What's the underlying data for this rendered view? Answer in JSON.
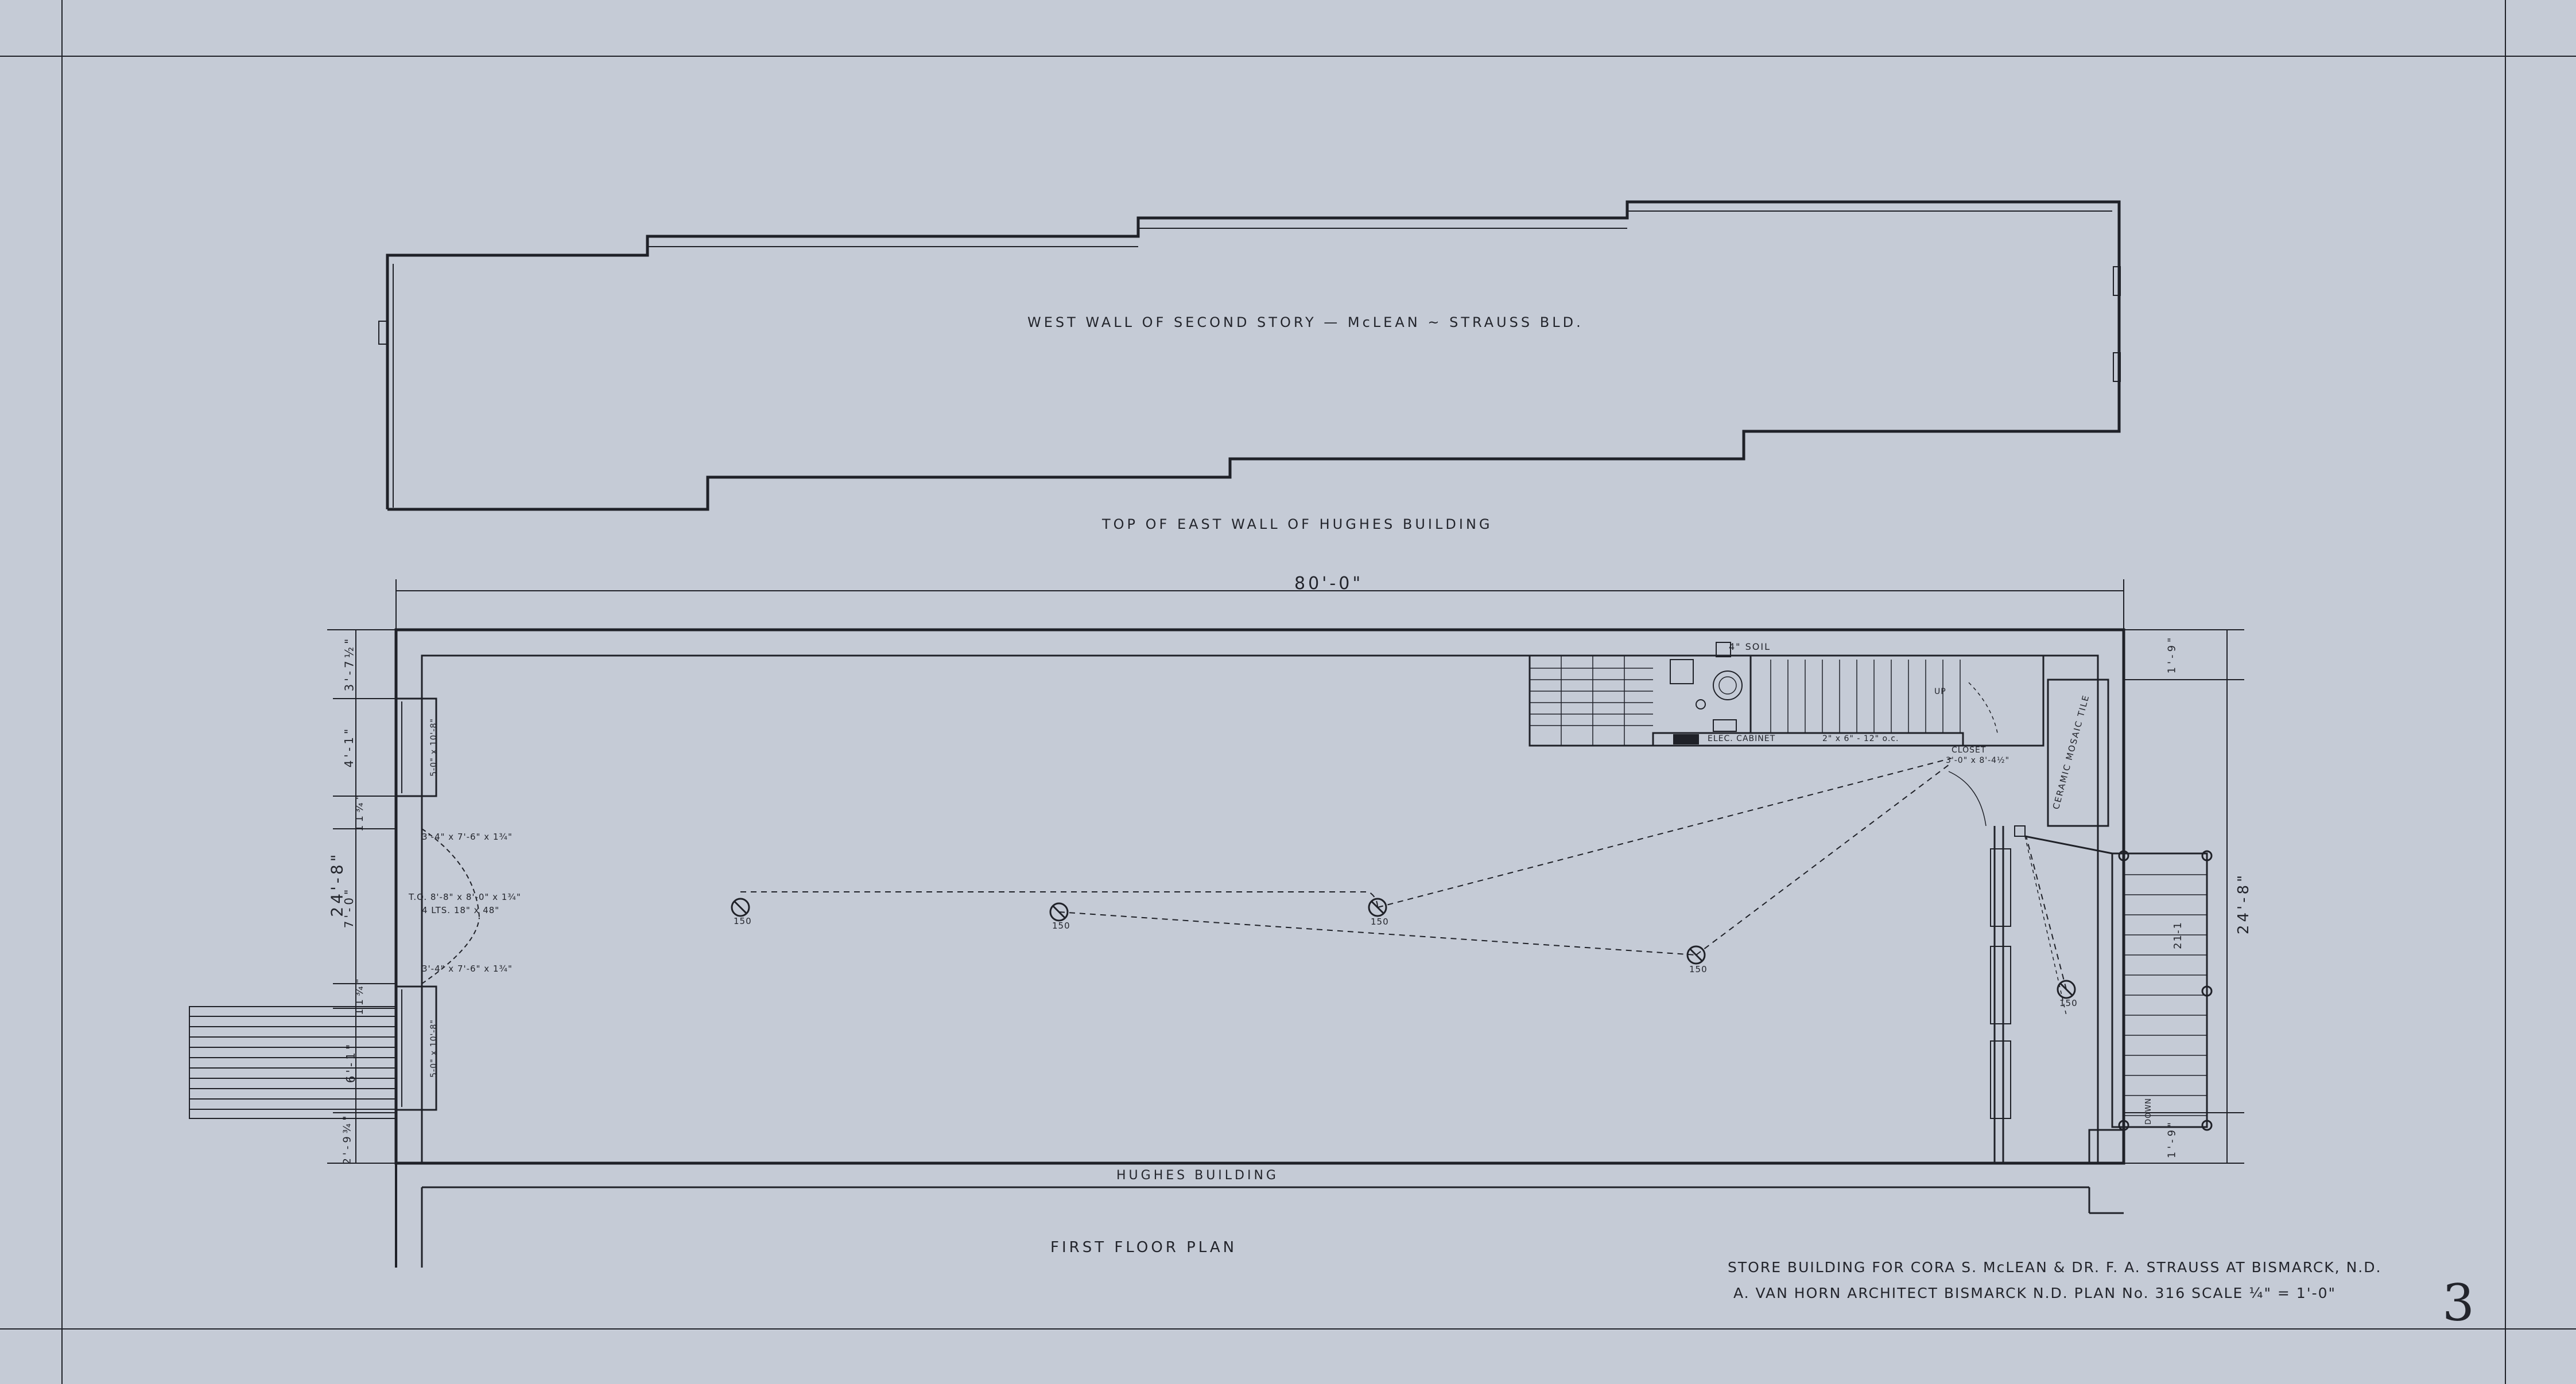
{
  "drawing": {
    "elevation_label": "WEST WALL OF SECOND STORY — McLEAN ~ STRAUSS BLD.",
    "east_wall_label": "TOP OF EAST WALL OF HUGHES BUILDING",
    "overall_dimension": "80'-0\"",
    "left_dimension": "24'-8\"",
    "right_dimension": "24'-8\"",
    "left_dims": [
      "3'-7½\"",
      "4'-1\"",
      "11¾\"",
      "7'-0\"",
      "11¾\"",
      "6'-1\"",
      "2'-9¾\""
    ],
    "right_dims": [
      "1'-9\"",
      "1'-9\""
    ],
    "floor_plan_label": "FIRST FLOOR PLAN",
    "hughes_label": "HUGHES BUILDING",
    "soil_label": "4\" SOIL",
    "elec_cabinet_label": "ELEC. CABINET",
    "joist_label": "2\" x 6\" - 12\" o.c.",
    "tile_label": "CERAMIC MOSAIC TILE",
    "closet_label": "CLOSET",
    "up_label": "UP",
    "down_label": "DOWN",
    "stair_dim": "3'-0\" x 8'-4½\"",
    "stair_count_label": "21-1",
    "lamp_label": "150",
    "door_notes": [
      "3'-4\" x 7'-6\" x 1¾\"",
      "T.O. 8'-8\" x 8'-0\" x 1¾\"",
      "4 LTS. 18\" x 48\"",
      "3'-4\" x 7'-6\" x 1¾\""
    ],
    "window_notes": [
      "5-0\" x 10'-8\"",
      "5-0\" x 10'-8\""
    ],
    "title_line1": "STORE BUILDING FOR CORA S. McLEAN & DR. F. A. STRAUSS AT BISMARCK, N.D.",
    "title_line2": "A. VAN HORN ARCHITECT BISMARCK N.D. PLAN No. 316 SCALE ¼\" = 1'-0\"",
    "sheet_number": "3"
  },
  "colors": {
    "paper": "#c5cbd6",
    "ink": "#1f2128"
  }
}
